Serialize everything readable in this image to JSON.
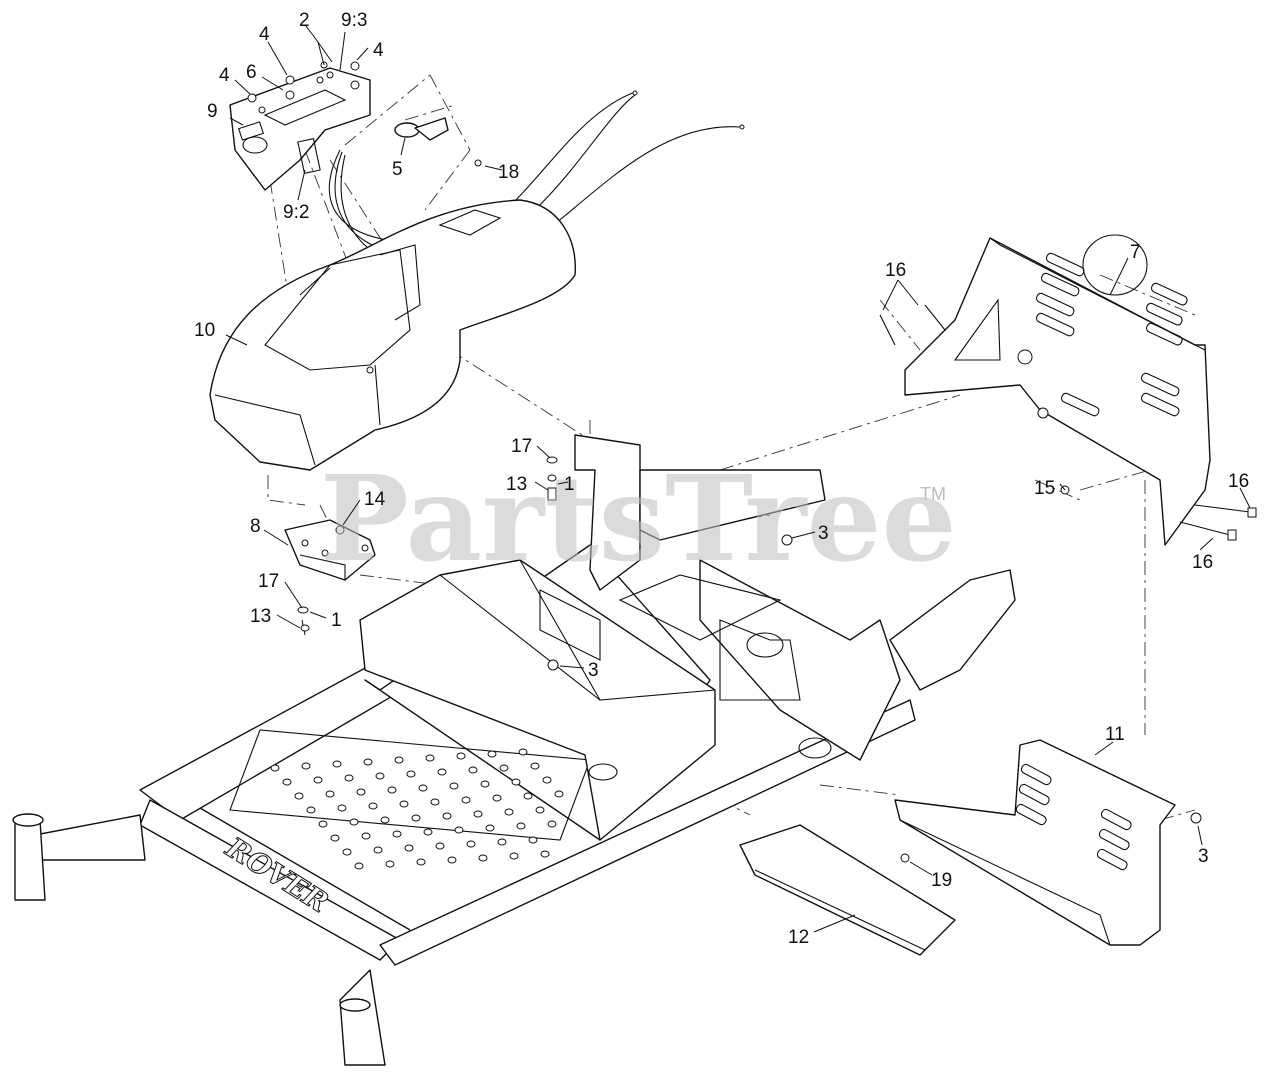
{
  "watermark": {
    "text": "PartsTree",
    "trademark": "TM"
  },
  "frame_logo": "ROVER",
  "callouts": [
    "1",
    "1",
    "2",
    "3",
    "3",
    "3",
    "4",
    "4",
    "4",
    "5",
    "6",
    "7",
    "8",
    "9",
    "9:2",
    "9:3",
    "10",
    "11",
    "12",
    "13",
    "13",
    "14",
    "15",
    "16",
    "16",
    "16",
    "17",
    "17",
    "18",
    "19"
  ]
}
